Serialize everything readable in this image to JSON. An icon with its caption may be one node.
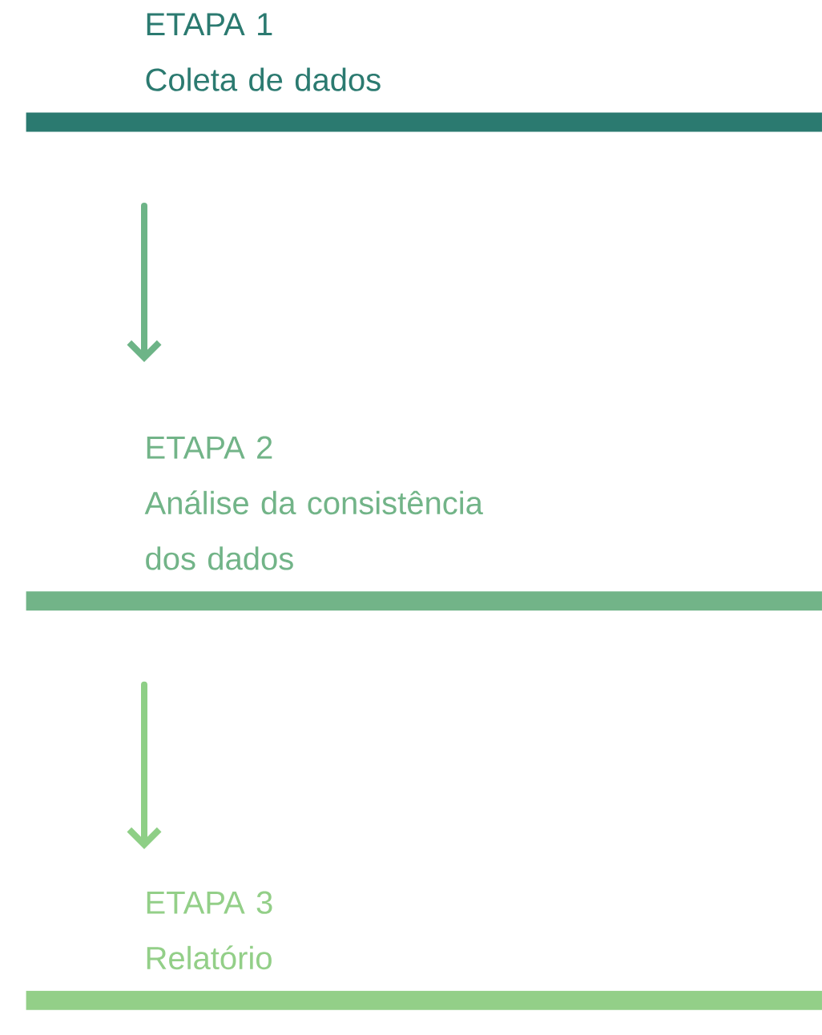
{
  "diagram": {
    "nodes": [
      {
        "text": [
          "ETAPA 1",
          "Coleta de dados"
        ]
      },
      {
        "text": [
          "ETAPA 2",
          "Análise da consistência dos dados"
        ]
      },
      {
        "text": [
          "ETAPA 3",
          "Relatório"
        ]
      }
    ],
    "edges": [
      {
        "from": 0,
        "to": 1,
        "arrow": "to",
        "color": "#6db487"
      },
      {
        "from": 1,
        "to": 2,
        "arrow": "to",
        "color": "#8ecf86"
      }
    ]
  }
}
